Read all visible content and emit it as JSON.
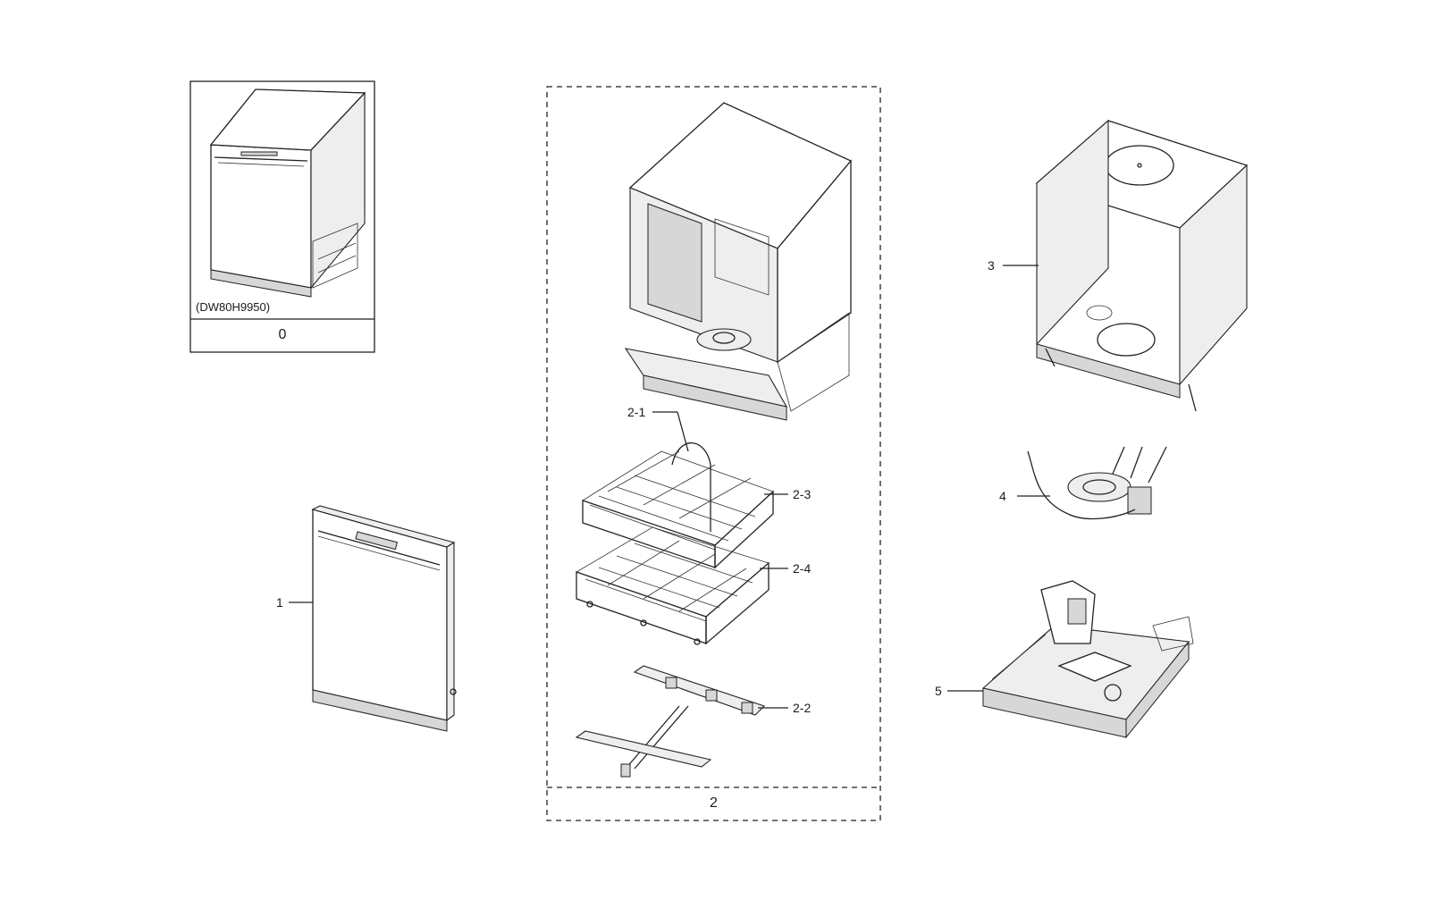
{
  "diagram": {
    "model_label": "(DW80H9950)",
    "groups": {
      "g0": "0",
      "g2": "2"
    },
    "callouts": {
      "c1": "1",
      "c2_1": "2-1",
      "c2_2": "2-2",
      "c2_3": "2-3",
      "c2_4": "2-4",
      "c3": "3",
      "c4": "4",
      "c5": "5"
    },
    "parts": [
      {
        "id": "assembly",
        "icon": "dishwasher-assembly-icon"
      },
      {
        "id": "door",
        "icon": "door-panel-icon"
      },
      {
        "id": "cabinet",
        "icon": "cabinet-frame-icon"
      },
      {
        "id": "upper-rack",
        "icon": "upper-rack-icon"
      },
      {
        "id": "lower-rack",
        "icon": "lower-rack-icon"
      },
      {
        "id": "spray-arm",
        "icon": "spray-arm-icon"
      },
      {
        "id": "tub",
        "icon": "tub-icon"
      },
      {
        "id": "hose",
        "icon": "hose-harness-icon"
      },
      {
        "id": "base",
        "icon": "base-frame-icon"
      }
    ]
  }
}
